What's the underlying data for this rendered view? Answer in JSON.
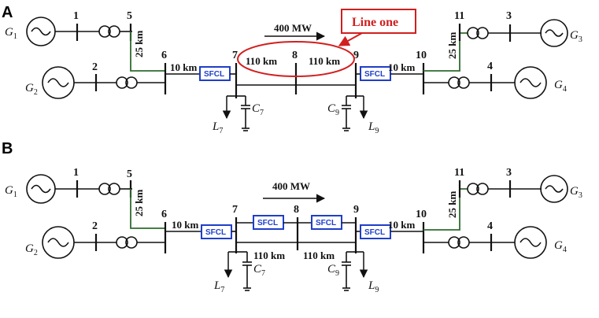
{
  "panels": [
    {
      "label": "A",
      "power_flow": "400 MW",
      "callout": "Line one",
      "line_78_length": "110 km",
      "line_89_length": "110 km",
      "line_67_length": "10 km",
      "line_910_length": "10 km",
      "line_56_length": "25 km",
      "line_1011_length": "25 km",
      "sfcl_label": "SFCL",
      "buses": [
        "1",
        "2",
        "3",
        "4",
        "5",
        "6",
        "7",
        "8",
        "9",
        "10",
        "11"
      ],
      "gens": [
        {
          "main": "G",
          "sub": "1"
        },
        {
          "main": "G",
          "sub": "2"
        },
        {
          "main": "G",
          "sub": "3"
        },
        {
          "main": "G",
          "sub": "4"
        }
      ],
      "caps": [
        {
          "main": "C",
          "sub": "7"
        },
        {
          "main": "C",
          "sub": "9"
        }
      ],
      "loads": [
        {
          "main": "L",
          "sub": "7"
        },
        {
          "main": "L",
          "sub": "9"
        }
      ]
    },
    {
      "label": "B",
      "power_flow": "400 MW",
      "line_78_length": "110 km",
      "line_89_length": "110 km",
      "line_67_length": "10 km",
      "line_910_length": "10 km",
      "line_56_length": "25 km",
      "line_1011_length": "25 km",
      "sfcl_label": "SFCL",
      "buses": [
        "1",
        "2",
        "3",
        "4",
        "5",
        "6",
        "7",
        "8",
        "9",
        "10",
        "11"
      ],
      "gens": [
        {
          "main": "G",
          "sub": "1"
        },
        {
          "main": "G",
          "sub": "2"
        },
        {
          "main": "G",
          "sub": "3"
        },
        {
          "main": "G",
          "sub": "4"
        }
      ],
      "caps": [
        {
          "main": "C",
          "sub": "7"
        },
        {
          "main": "C",
          "sub": "9"
        }
      ],
      "loads": [
        {
          "main": "L",
          "sub": "7"
        },
        {
          "main": "L",
          "sub": "9"
        }
      ]
    }
  ],
  "colors": {
    "sfcl_border": "#1f3ec9",
    "callout": "#d11f1f",
    "line": "#2f6b2f"
  }
}
